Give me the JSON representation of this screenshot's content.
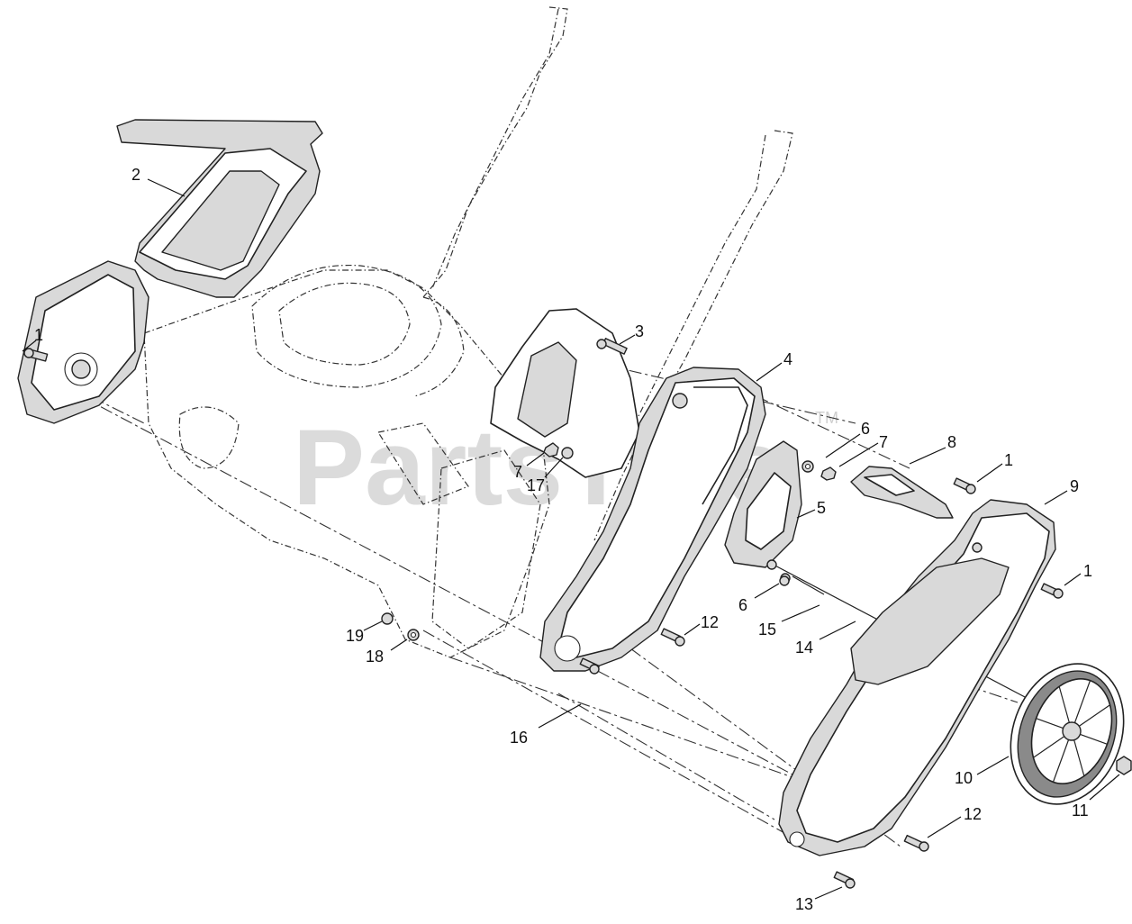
{
  "watermark": {
    "text": "PartsTree",
    "trademark": "TM"
  },
  "callouts": [
    {
      "id": "c1",
      "label": "2"
    },
    {
      "id": "c2",
      "label": "1"
    },
    {
      "id": "c3",
      "label": "3"
    },
    {
      "id": "c4",
      "label": "4"
    },
    {
      "id": "c5",
      "label": "6"
    },
    {
      "id": "c6",
      "label": "7"
    },
    {
      "id": "c7",
      "label": "8"
    },
    {
      "id": "c8",
      "label": "1"
    },
    {
      "id": "c9",
      "label": "9"
    },
    {
      "id": "c10",
      "label": "7"
    },
    {
      "id": "c11",
      "label": "17"
    },
    {
      "id": "c12",
      "label": "5"
    },
    {
      "id": "c13",
      "label": "1"
    },
    {
      "id": "c14",
      "label": "6"
    },
    {
      "id": "c15",
      "label": "15"
    },
    {
      "id": "c16",
      "label": "14"
    },
    {
      "id": "c17",
      "label": "12"
    },
    {
      "id": "c18",
      "label": "19"
    },
    {
      "id": "c19",
      "label": "18"
    },
    {
      "id": "c20",
      "label": "16"
    },
    {
      "id": "c21",
      "label": "10"
    },
    {
      "id": "c22",
      "label": "11"
    },
    {
      "id": "c23",
      "label": "12"
    },
    {
      "id": "c24",
      "label": "13"
    }
  ]
}
